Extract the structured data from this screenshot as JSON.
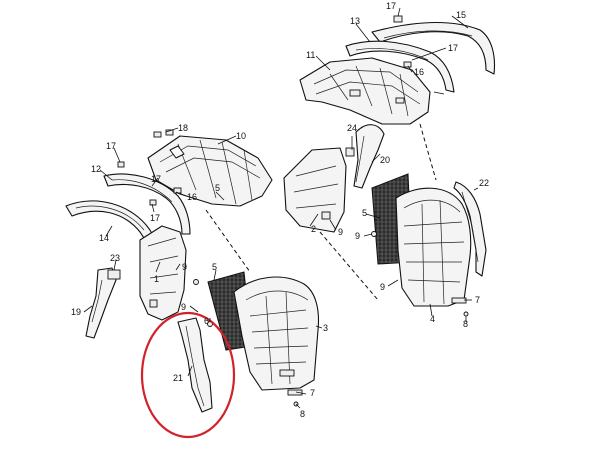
{
  "callouts": {
    "c1": "1",
    "c2": "2",
    "c3": "3",
    "c4": "4",
    "c5a": "5",
    "c5b": "5",
    "c5c": "5",
    "c6": "6",
    "c7a": "7",
    "c7b": "7",
    "c8a": "8",
    "c8b": "8",
    "c9a": "9",
    "c9b": "9",
    "c9c": "9",
    "c9d": "9",
    "c9e": "9",
    "c10": "10",
    "c11": "11",
    "c12": "12",
    "c13": "13",
    "c14": "14",
    "c15": "15",
    "c16a": "16",
    "c16b": "16",
    "c17a": "17",
    "c17b": "17",
    "c17c": "17",
    "c17d": "17",
    "c17e": "17",
    "c18": "18",
    "c19": "19",
    "c20": "20",
    "c21": "21",
    "c22": "22",
    "c23": "23",
    "c24": "24"
  },
  "highlight": {
    "color": "#d2232a",
    "target_part": "21"
  }
}
